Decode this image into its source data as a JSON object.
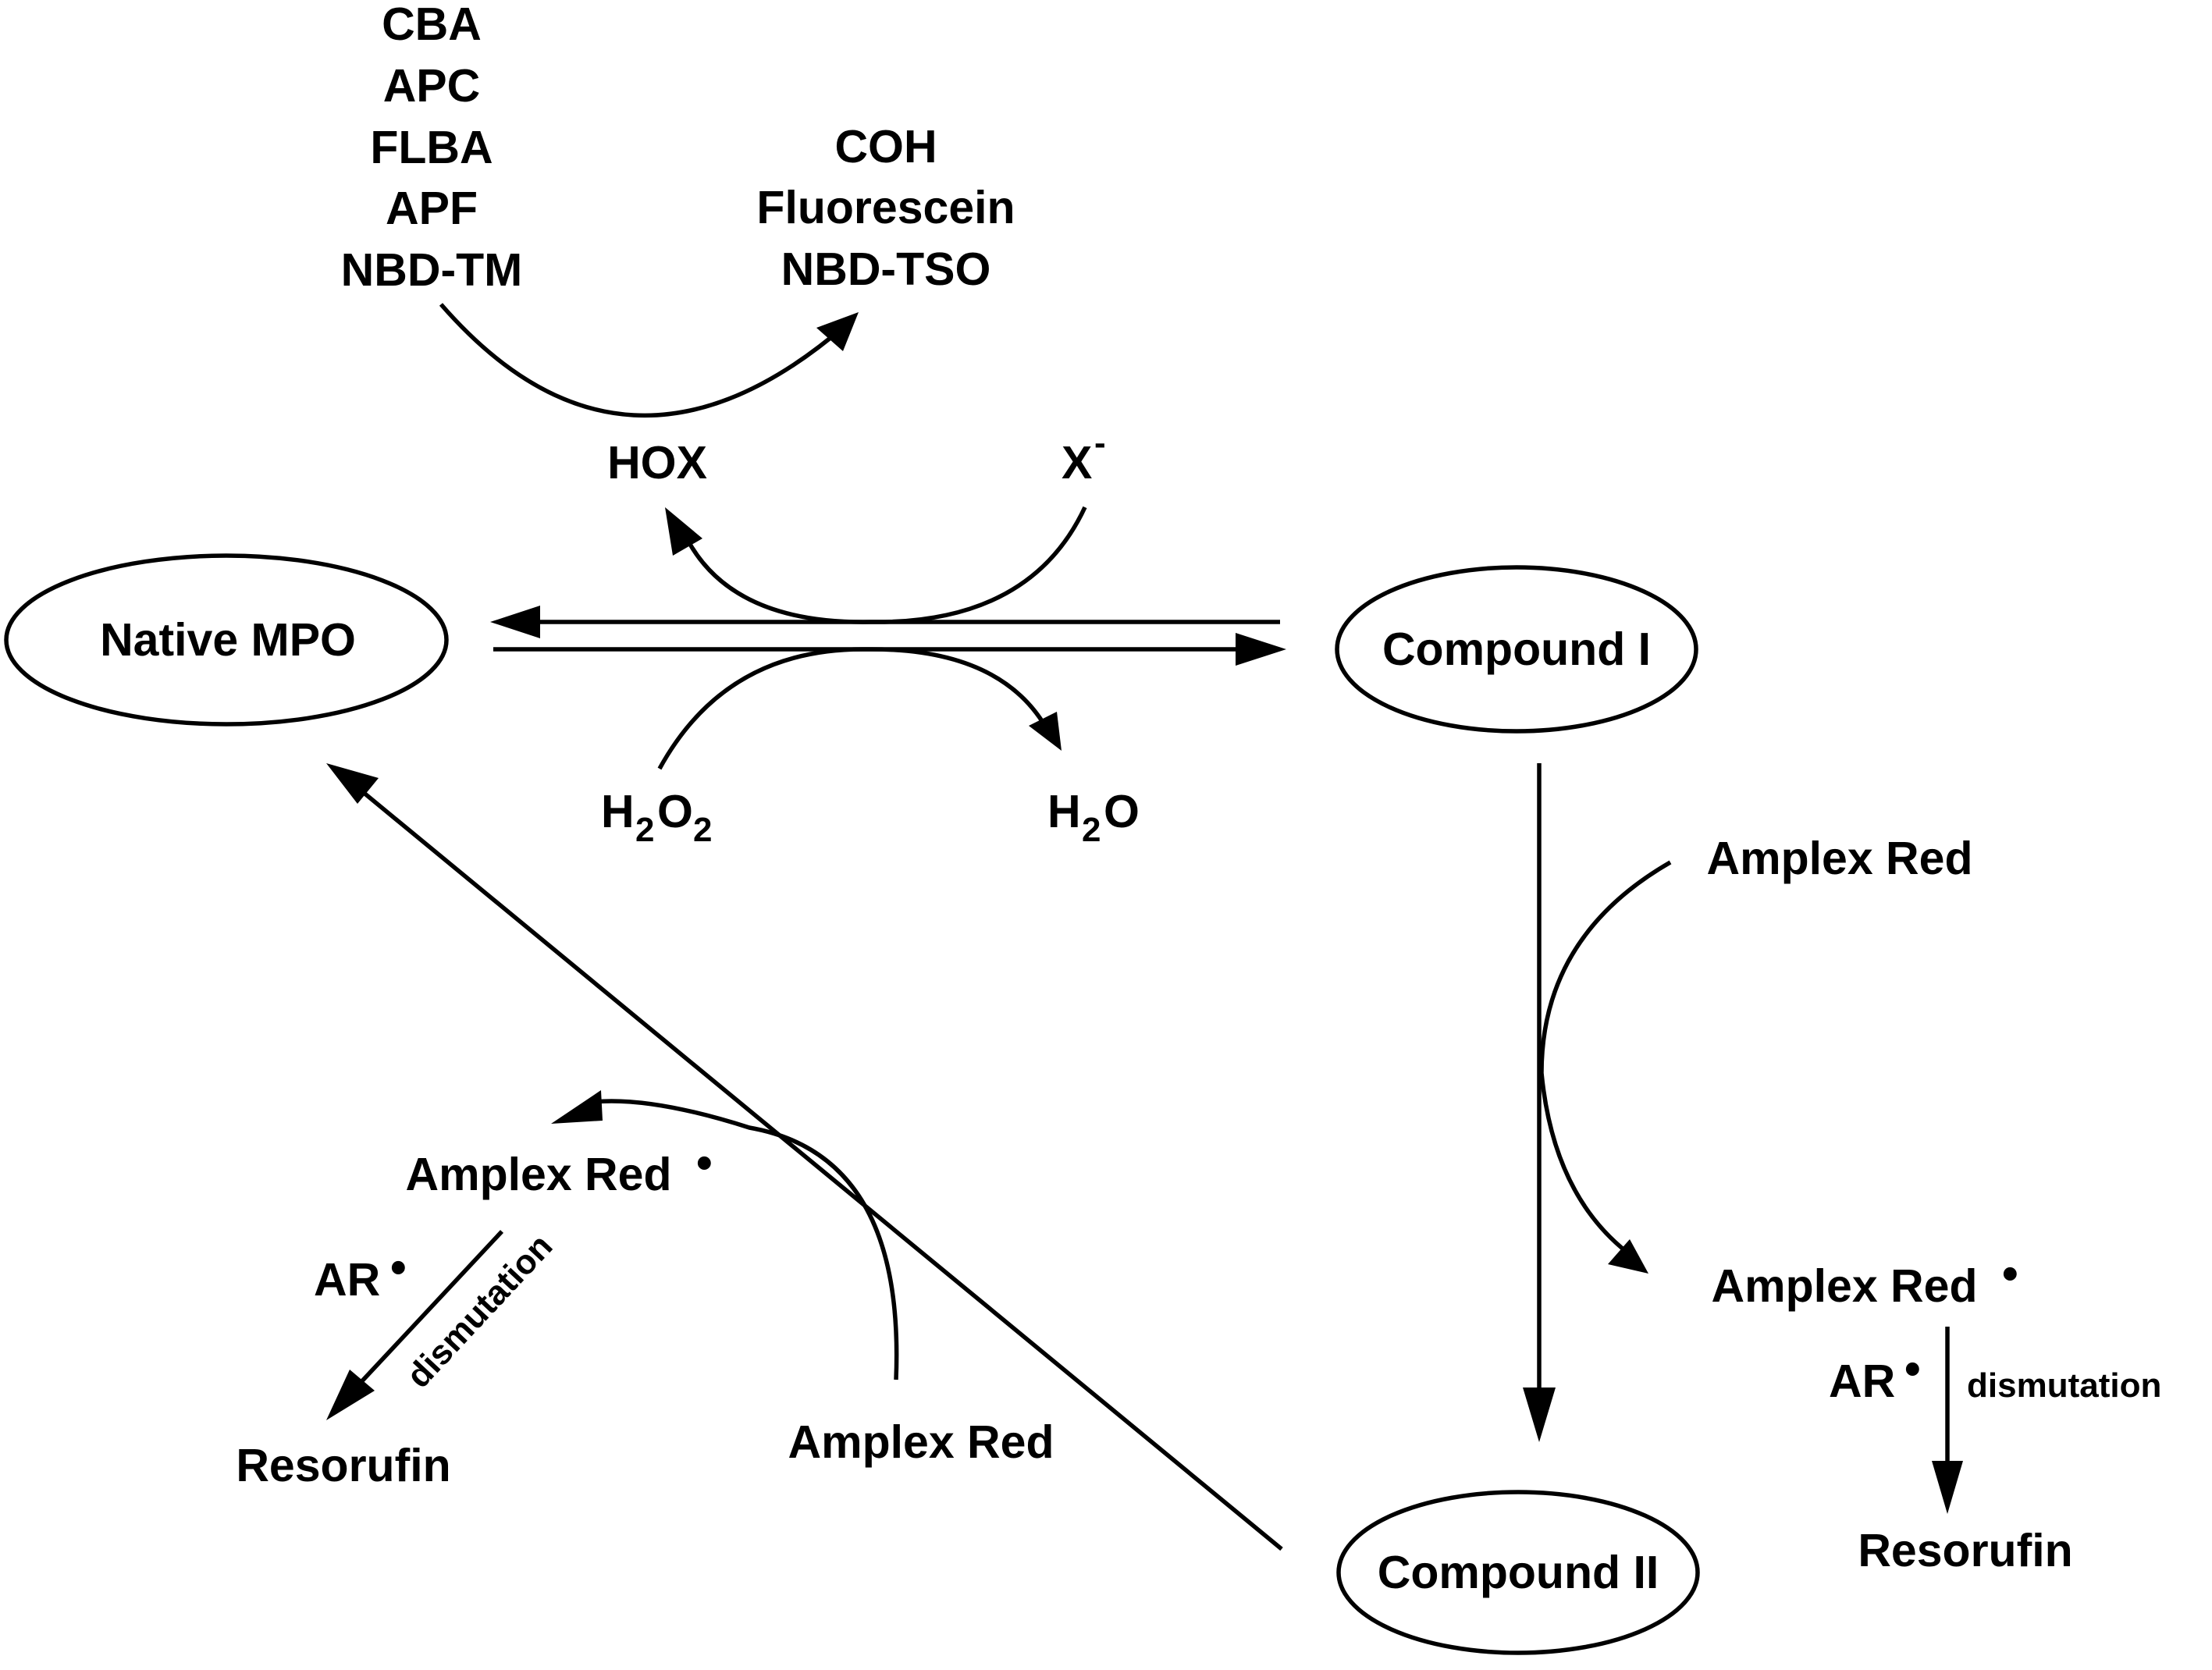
{
  "substrates": [
    "CBA",
    "APC",
    "FLBA",
    "APF",
    "NBD-TM"
  ],
  "products": [
    "COH",
    "Fluorescein",
    "NBD-TSO"
  ],
  "hox": "HOX",
  "halide": {
    "base": "X",
    "charge": "-"
  },
  "h2o2": {
    "a": "H",
    "a_sub": "2",
    "b": "O",
    "b_sub": "2"
  },
  "h2o": {
    "a": "H",
    "a_sub": "2",
    "b": "O"
  },
  "native_mpo": "Native MPO",
  "compound1": "Compound I",
  "compound2": "Compound II",
  "amplex_red": "Amplex Red",
  "amplex_radical": "Amplex Red",
  "ar_radical": "AR",
  "radical_dot": "•",
  "dismutation": "dismutation",
  "resorufin": "Resorufin"
}
